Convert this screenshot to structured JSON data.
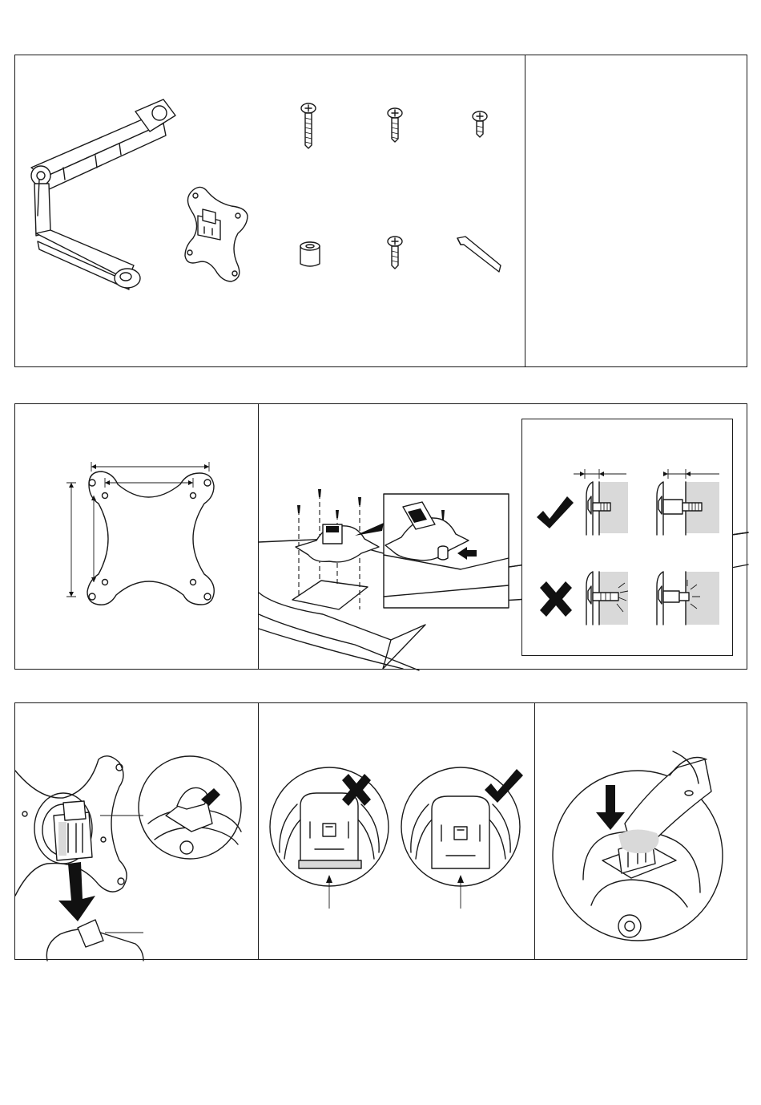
{
  "page": {
    "sections": [
      {
        "name": "parts-overview",
        "panels": [
          "parts-list",
          "parts-blank"
        ]
      },
      {
        "name": "vesa-mounting",
        "panels": [
          "vesa-plate",
          "plate-attach",
          "screw-depth-guide"
        ]
      },
      {
        "name": "monitor-attach",
        "panels": [
          "insert-plate",
          "latch-check",
          "press-latch"
        ]
      }
    ]
  },
  "icons": {
    "ok": "check-icon",
    "bad": "cross-icon",
    "arrow": "arrow-icon"
  },
  "colors": {
    "line": "#1a1a1a",
    "shade": "#d9d9d9",
    "background": "#ffffff"
  }
}
